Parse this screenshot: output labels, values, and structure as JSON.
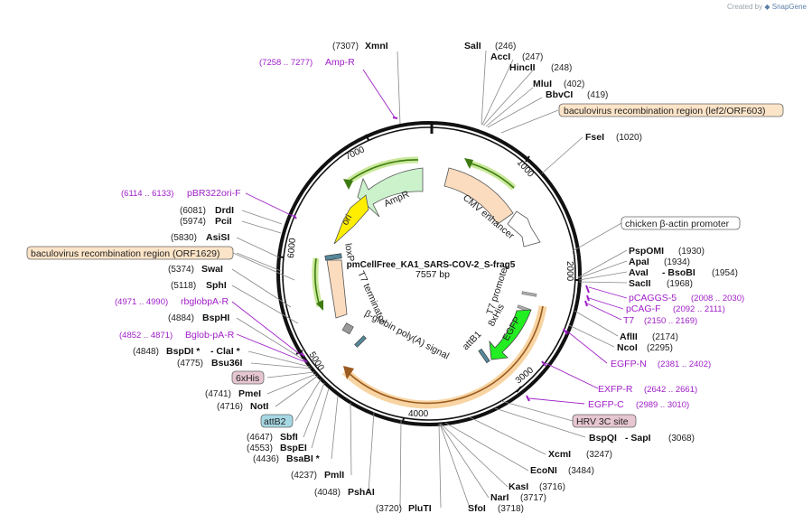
{
  "credit": {
    "prefix": "Created by",
    "brand": "SnapGene"
  },
  "plasmid": {
    "name": "pmCellFree_KA1_SARS-COV-2_S-frag5",
    "size": "7557 bp"
  },
  "ticks": [
    "1000",
    "2000",
    "3000",
    "4000",
    "5000",
    "6000",
    "7000"
  ],
  "right_sites": [
    {
      "name": "SalI",
      "pos": "(246)"
    },
    {
      "name": "AccI",
      "pos": "(247)"
    },
    {
      "name": "HincII",
      "pos": "(248)"
    },
    {
      "name": "MluI",
      "pos": "(402)"
    },
    {
      "name": "BbvCI",
      "pos": "(419)"
    },
    {
      "name": "FseI",
      "pos": "(1020)"
    },
    {
      "name": "PspOMI",
      "pos": "(1930)"
    },
    {
      "name": "ApaI",
      "pos": "(1934)"
    },
    {
      "name": "AvaI",
      "name2": "- BsoBI",
      "pos": "(1954)"
    },
    {
      "name": "SacII",
      "pos": "(1968)"
    },
    {
      "name": "AflII",
      "pos": "(2174)"
    },
    {
      "name": "NcoI",
      "pos": "(2295)"
    },
    {
      "name": "BspQI",
      "name2": "- SapI",
      "pos": "(3068)"
    },
    {
      "name": "XcmI",
      "pos": "(3247)"
    },
    {
      "name": "EcoNI",
      "pos": "(3484)"
    },
    {
      "name": "KasI",
      "pos": "(3716)"
    },
    {
      "name": "NarI",
      "pos": "(3717)"
    },
    {
      "name": "SfoI",
      "pos": "(3718)"
    },
    {
      "name": "PluTI",
      "pos": "(3720)"
    }
  ],
  "left_sites": [
    {
      "name": "XmnI",
      "pos": "(7307)"
    },
    {
      "name": "DrdI",
      "pos": "(6081)"
    },
    {
      "name": "PciI",
      "pos": "(5974)"
    },
    {
      "name": "AsiSI",
      "pos": "(5830)"
    },
    {
      "name": "SwaI",
      "pos": "(5374)"
    },
    {
      "name": "SphI",
      "pos": "(5118)"
    },
    {
      "name": "BspHI",
      "pos": "(4884)"
    },
    {
      "name": "BspDI *",
      "name2": "- ClaI *",
      "pos": "(4848)"
    },
    {
      "name": "Bsu36I",
      "pos": "(4775)"
    },
    {
      "name": "PmeI",
      "pos": "(4741)"
    },
    {
      "name": "NotI",
      "pos": "(4716)"
    },
    {
      "name": "SbfI",
      "pos": "(4647)"
    },
    {
      "name": "BspEI",
      "pos": "(4553)"
    },
    {
      "name": "BsaBI *",
      "pos": "(4436)"
    },
    {
      "name": "PmlI",
      "pos": "(4237)"
    },
    {
      "name": "PshAI",
      "pos": "(4048)"
    }
  ],
  "primers": [
    {
      "name": "Amp-R",
      "pos": "(7258 .. 7277)"
    },
    {
      "name": "pBR322ori-F",
      "pos": "(6114 .. 6133)"
    },
    {
      "name": "rbglobpA-R",
      "pos": "(4971 .. 4990)"
    },
    {
      "name": "Bglob-pA-R",
      "pos": "(4852 .. 4871)"
    },
    {
      "name": "pCAGGS-5",
      "pos": "(2008 .. 2030)"
    },
    {
      "name": "pCAG-F",
      "pos": "(2092 .. 2111)"
    },
    {
      "name": "T7",
      "pos": "(2150 .. 2169)"
    },
    {
      "name": "EGFP-N",
      "pos": "(2381 .. 2402)"
    },
    {
      "name": "EXFP-R",
      "pos": "(2642 .. 2661)"
    },
    {
      "name": "EGFP-C",
      "pos": "(2989 .. 3010)"
    }
  ],
  "boxed_features": [
    {
      "name": "baculovirus recombination region (lef2/ORF603)",
      "color": "#fce4c8"
    },
    {
      "name": "chicken β-actin promoter",
      "color": "#ffffff"
    },
    {
      "name": "baculovirus recombination region (ORF1629)",
      "color": "#fce4c8"
    },
    {
      "name": "6xHis",
      "color": "#e6c6d0"
    },
    {
      "name": "attB2",
      "color": "#a6d8e4"
    },
    {
      "name": "HRV 3C site",
      "color": "#e6c6d0"
    }
  ],
  "inner_features": {
    "ampr": "AmpR",
    "ori": "ori",
    "cmv": "CMV enhancer",
    "loxp": "loxP",
    "t7term": "T7 terminator",
    "bglobin": "β-globin poly(A) signal",
    "attb1": "attB1",
    "t7prom": "T7 promoter",
    "his8": "8xHis",
    "egfp": "EGFP"
  }
}
